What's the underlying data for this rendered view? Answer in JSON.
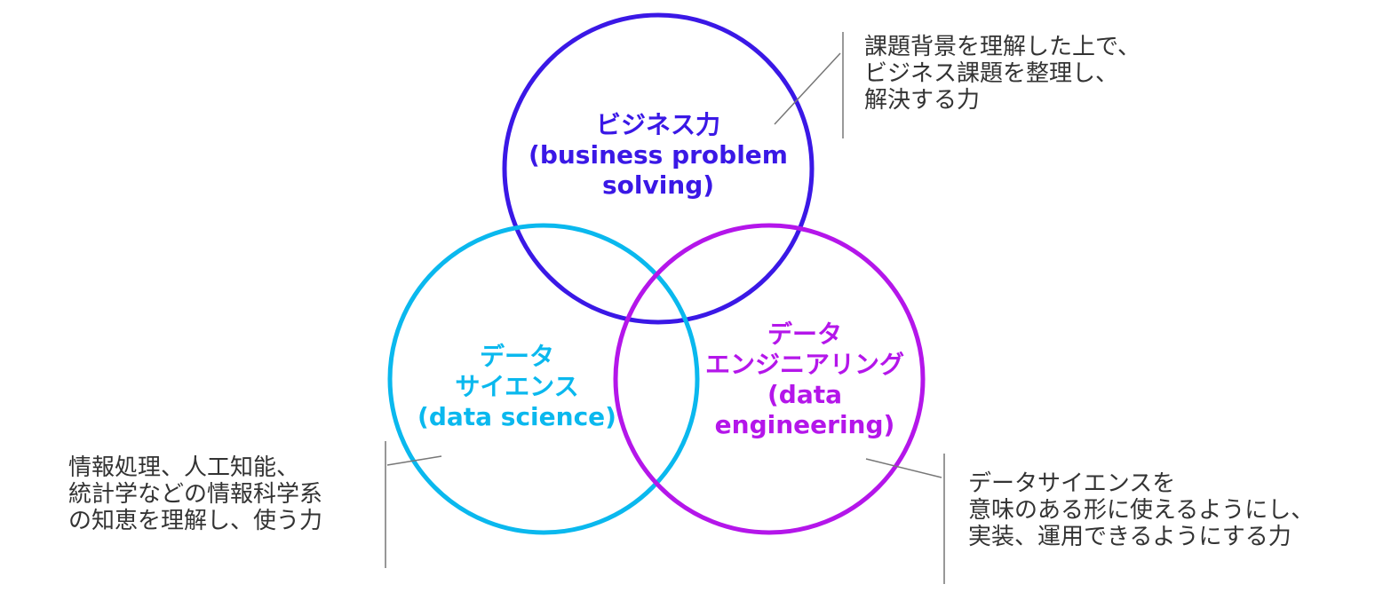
{
  "colors": {
    "business": "#3a18e6",
    "science": "#0ab8ee",
    "engineering": "#b416ea",
    "connector": "#777777",
    "text": "#333333"
  },
  "circles": {
    "business": {
      "lines": [
        "ビジネス力",
        "(business problem",
        "solving)"
      ]
    },
    "science": {
      "lines": [
        "データ",
        "サイエンス",
        "(data science)"
      ]
    },
    "engineering": {
      "lines": [
        "データ",
        "エンジニアリング",
        "(data",
        "engineering)"
      ]
    }
  },
  "descriptions": {
    "business": [
      "課題背景を理解した上で、",
      "ビジネス課題を整理し、",
      "解決する力"
    ],
    "science": [
      "情報処理、人工知能、",
      "統計学などの情報科学系",
      "の知恵を理解し、使う力"
    ],
    "engineering": [
      "データサイエンスを",
      "意味のある形に使えるようにし、",
      "実装、運用できるようにする力"
    ]
  }
}
